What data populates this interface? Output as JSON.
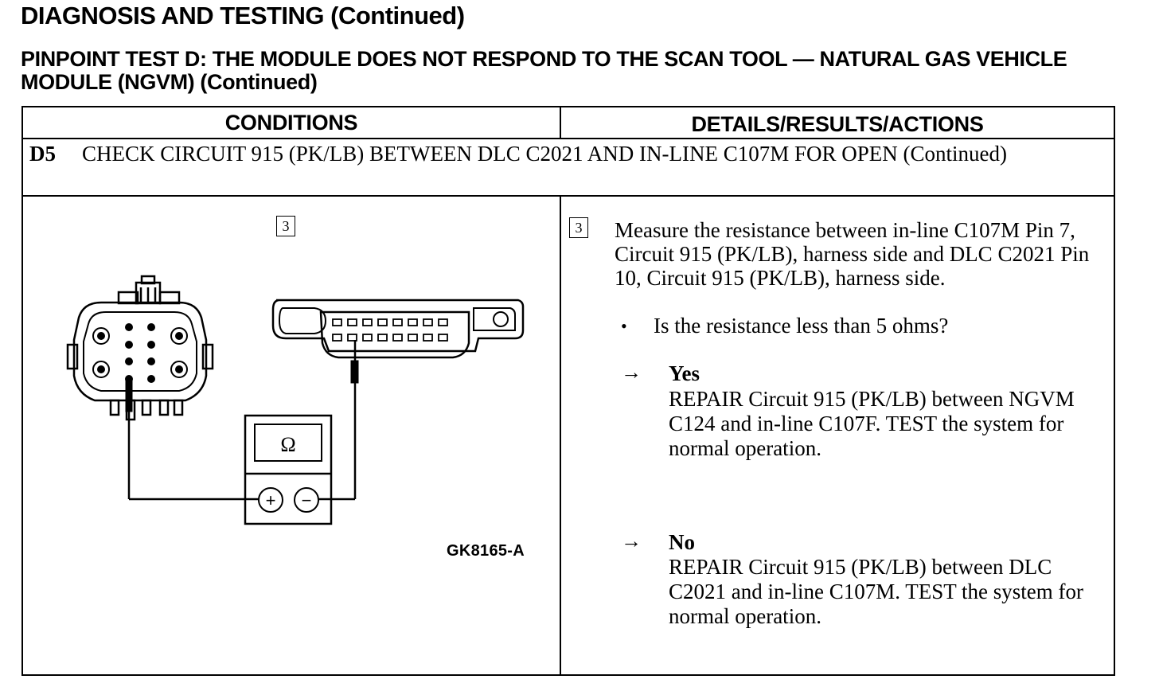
{
  "document": {
    "main_title": "DIAGNOSIS AND TESTING (Continued)",
    "test_title": "PINPOINT TEST D:  THE MODULE DOES NOT RESPOND TO THE SCAN TOOL — NATURAL GAS VEHICLE MODULE (NGVM) (Continued)"
  },
  "table": {
    "headers": {
      "conditions": "CONDITIONS",
      "details": "DETAILS/RESULTS/ACTIONS"
    },
    "step": {
      "id": "D5",
      "title": "CHECK CIRCUIT 915 (PK/LB) BETWEEN DLC C2021 AND IN-LINE C107M FOR OPEN (Continued)"
    },
    "conditions": {
      "step_number": "3",
      "meter_symbol": "Ω",
      "plus_symbol": "+",
      "minus_symbol": "−",
      "figure_code": "GK8165-A"
    },
    "details": {
      "step_number": "3",
      "instruction": "Measure the resistance between in-line C107M Pin 7, Circuit 915 (PK/LB), harness side and DLC C2021 Pin 10, Circuit 915 (PK/LB), harness side.",
      "bullet": "•",
      "question": "Is the resistance less than 5 ohms?",
      "arrow": "→",
      "results": [
        {
          "label": "Yes",
          "action": "REPAIR Circuit 915 (PK/LB) between NGVM C124 and in-line C107F. TEST the system for normal operation."
        },
        {
          "label": "No",
          "action": "REPAIR Circuit 915 (PK/LB) between DLC C2021 and in-line C107M. TEST the system for normal operation."
        }
      ]
    }
  },
  "icons": {
    "connector": "round-connector-icon",
    "dlc": "obd-dlc-connector-icon",
    "meter": "ohmmeter-icon"
  }
}
